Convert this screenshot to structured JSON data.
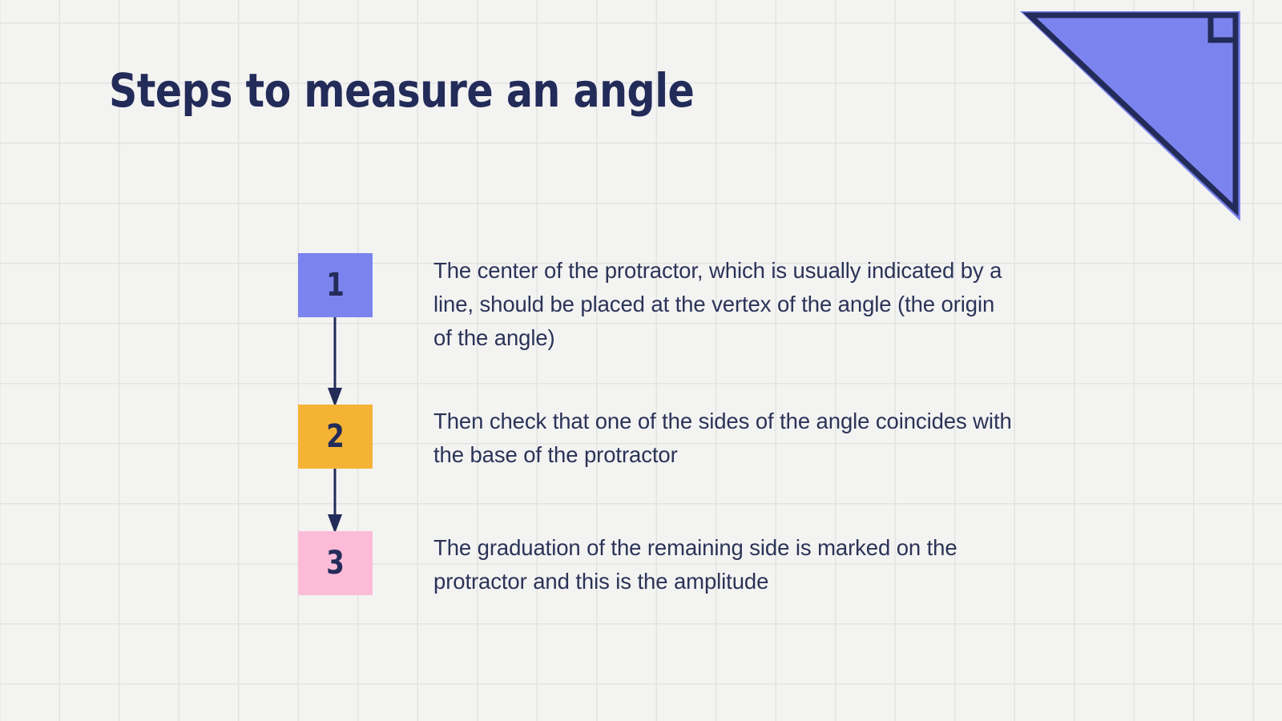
{
  "slide": {
    "title": "Steps to measure an angle",
    "background_color": "#f3f3f2",
    "grid_line_color": "#e3e3e2",
    "text_color": "#2b3357",
    "title_color": "#232b59"
  },
  "decoration": {
    "shape_name": "right-triangle",
    "fill_color": "#7b84ee",
    "stroke_color": "#232b59",
    "right_angle_marker": true
  },
  "steps": [
    {
      "number": "1",
      "color": "#7b84ee",
      "text": "The center of the protractor, which is usually indicated by a line, should be placed at the vertex of the angle (the origin of the angle)"
    },
    {
      "number": "2",
      "color": "#f5b335",
      "text": "Then check that one of the sides of the angle coincides with the base of the protractor"
    },
    {
      "number": "3",
      "color": "#fcbcd8",
      "text": "The graduation of the remaining side is marked on the protractor and this is the amplitude"
    }
  ],
  "connectors": [
    {
      "name": "arrow-step-1-to-2",
      "color": "#232b59"
    },
    {
      "name": "arrow-step-2-to-3",
      "color": "#232b59"
    }
  ]
}
